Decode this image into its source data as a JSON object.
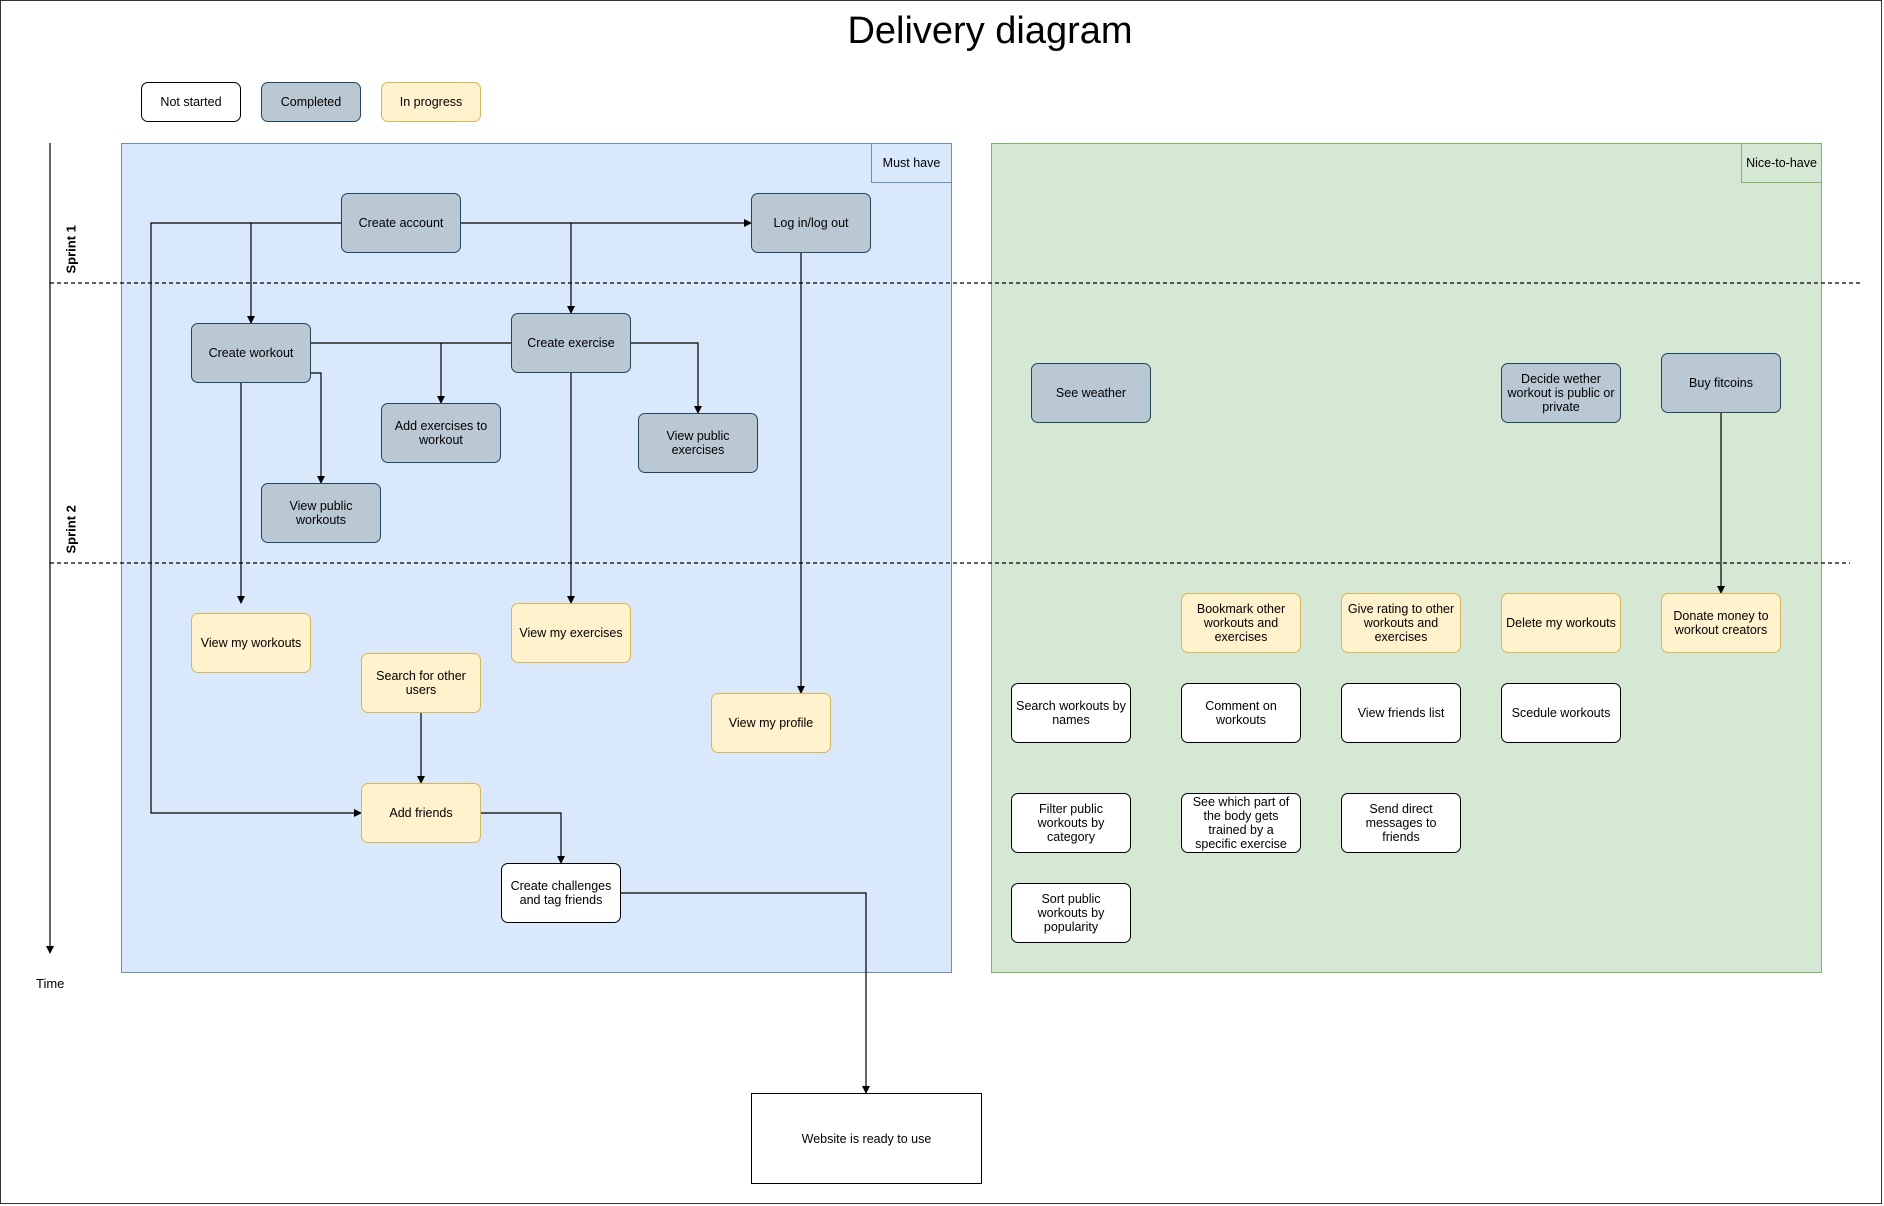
{
  "title": "Delivery diagram",
  "legend": {
    "not_started": "Not started",
    "completed": "Completed",
    "in_progress": "In progress"
  },
  "regions": {
    "must_have": "Must have",
    "nice_to_have": "Nice-to-have"
  },
  "timeline": {
    "sprint1": "Sprint 1",
    "sprint2": "Sprint 2",
    "time": "Time"
  },
  "status_colors": {
    "completed_fill": "#bac8d3",
    "completed_border": "#23445d",
    "in_progress_fill": "#fff2cc",
    "in_progress_border": "#d6b656",
    "must_have_fill": "#dae8fc",
    "nice_to_have_fill": "#d5e8d4"
  },
  "nodes": {
    "create_account": "Create account",
    "login_logout": "Log in/log out",
    "create_workout": "Create workout",
    "create_exercise": "Create exercise",
    "add_exercises_to_workout": "Add exercises to workout",
    "view_public_exercises": "View public exercises",
    "view_public_workouts": "View public workouts",
    "view_my_workouts": "View my workouts",
    "view_my_exercises": "View my exercises",
    "search_other_users": "Search for other users",
    "view_my_profile": "View my profile",
    "add_friends": "Add friends",
    "create_challenges": "Create challenges and tag friends",
    "see_weather": "See weather",
    "decide_public_private": "Decide wether workout is public or private",
    "buy_fitcoins": "Buy fitcoins",
    "bookmark": "Bookmark other workouts and exercises",
    "give_rating": "Give rating to other workouts and exercises",
    "delete_my_workouts": "Delete my workouts",
    "donate_money": "Donate money to workout creators",
    "search_workouts_by_names": "Search workouts by names",
    "comment_on_workouts": "Comment on workouts",
    "view_friends_list": "View friends list",
    "scedule_workouts": "Scedule workouts",
    "filter_public_workouts": "Filter public workouts by category",
    "see_body_part": "See which part of the body gets trained by a specific exercise",
    "send_direct_messages": "Send direct messages to friends",
    "sort_public_workouts": "Sort public workouts by popularity",
    "website_ready": "Website is ready to use"
  }
}
